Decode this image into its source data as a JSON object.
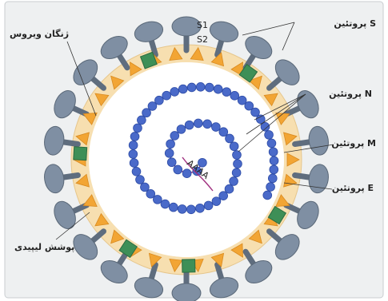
{
  "labels": {
    "s1": "S1",
    "s2": "S2",
    "protein_s": "پروتئین S",
    "genome": "ژنگان ویروس",
    "protein_n": "پروتئین N",
    "protein_m": "پروتئین M",
    "protein_e": "پروتئین E",
    "envelope": "پوشش لیپیدی",
    "poly_a": "AAAA"
  },
  "colors": {
    "spike": "#7f8fa3",
    "spike_stem": "#5f6d7e",
    "triangle": "#f2a534",
    "membrane": "#f7dfb0",
    "e_protein": "#3e8f57",
    "n_bead": "#4a6ac9",
    "n_bead_edge": "#2e4ca6",
    "rna": "#a0307f"
  }
}
